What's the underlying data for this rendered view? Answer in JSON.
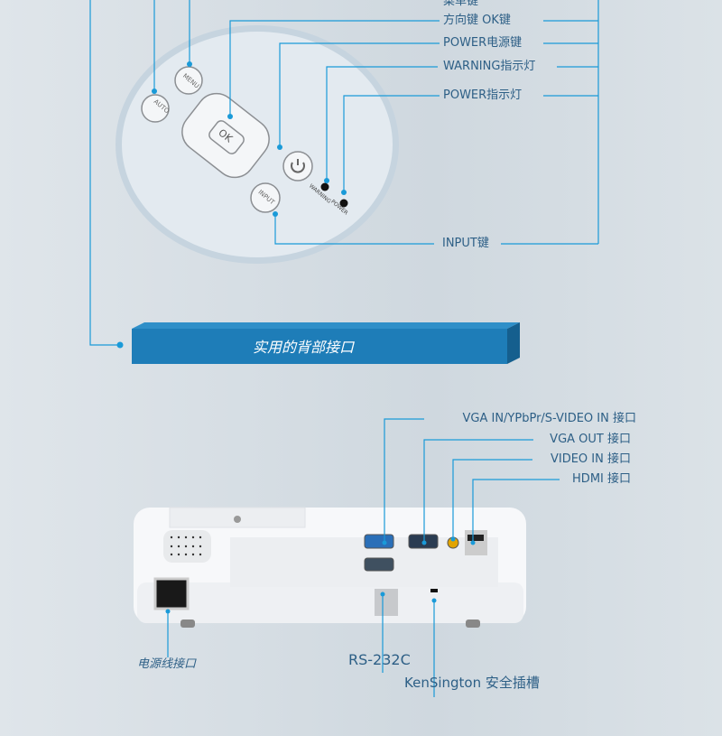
{
  "control_panel": {
    "labels": {
      "menu": "菜单键",
      "direction_ok": "方向键  OK键",
      "power_key": "POWER电源键",
      "warning_led": "WARNING指示灯",
      "power_led": "POWER指示灯",
      "input_key": "INPUT键"
    },
    "buttons": {
      "auto": "AUTO",
      "menu": "MENU",
      "ok": "OK",
      "input": "INPUT",
      "warning": "WARNING",
      "power": "POWER"
    }
  },
  "banner": {
    "title": "实用的背部接口"
  },
  "rear_panel": {
    "labels": {
      "vga_in": "VGA IN/YPbPr/S-VIDEO IN 接口",
      "vga_out": "VGA OUT 接口",
      "video_in": "VIDEO IN 接口",
      "hdmi": "HDMI 接口",
      "power_cord": "电源线接口",
      "rs232": "RS-232C",
      "kensington": "KenSington 安全插槽"
    }
  },
  "colors": {
    "line": "#1a9ad8",
    "text": "#2d5f86",
    "banner": "#1e7db8"
  }
}
